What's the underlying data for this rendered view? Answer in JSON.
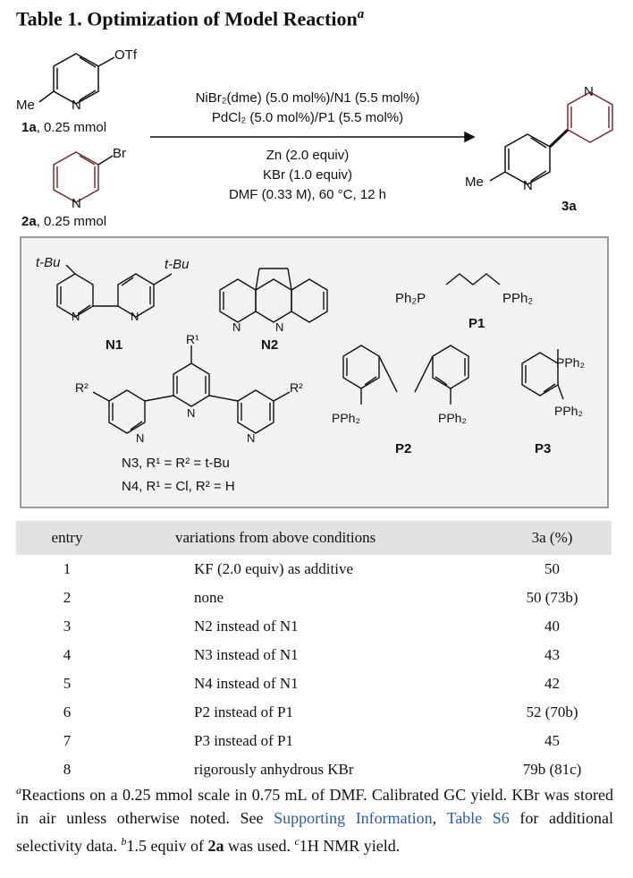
{
  "title": {
    "text": "Table 1. Optimization of Model Reaction",
    "marker": "a"
  },
  "scheme": {
    "sm1_group": "OTf",
    "sm1_me": "Me",
    "sm1_n": "N",
    "sm1_label": "1a",
    "sm1_amount": ", 0.25 mmol",
    "sm2_group": "Br",
    "sm2_n": "N",
    "sm2_label": "2a",
    "sm2_amount": ", 0.25 mmol",
    "cond1": "NiBr₂(dme) (5.0 mol%)/N1 (5.5 mol%)",
    "cond2": "PdCl₂ (5.0 mol%)/P1 (5.5 mol%)",
    "cond3": "Zn (2.0 equiv)",
    "cond4": "KBr (1.0 equiv)",
    "cond5": "DMF (0.33 M), 60 °C, 12 h",
    "prod_me": "Me",
    "prod_n1": "N",
    "prod_n2": "N",
    "prod_label": "3a"
  },
  "ligands": {
    "n1_tbu_a": "t-Bu",
    "n1_tbu_b": "t-Bu",
    "n1_label": "N1",
    "n2_label": "N2",
    "p1_left": "Ph₂P",
    "p1_right": "PPh₂",
    "p1_label": "P1",
    "p2_left": "PPh₂",
    "p2_right": "PPh₂",
    "p2_label": "P2",
    "p3_top": "PPh₂",
    "p3_bottom": "PPh₂",
    "p3_label": "P3",
    "terpy_r1": "R¹",
    "terpy_r2a": "R²",
    "terpy_r2b": "R²",
    "n3_caption": "N3, R¹ = R² = t-Bu",
    "n4_caption": "N4, R¹ = Cl, R² = H",
    "n_atom": "N"
  },
  "table": {
    "headers": [
      "entry",
      "variations from above conditions",
      "3a (%)"
    ],
    "rows": [
      [
        "1",
        "KF (2.0 equiv) as additive",
        "50"
      ],
      [
        "2",
        "none",
        "50 (73b)"
      ],
      [
        "3",
        "N2 instead of N1",
        "40"
      ],
      [
        "4",
        "N3 instead of N1",
        "43"
      ],
      [
        "5",
        "N4 instead of N1",
        "42"
      ],
      [
        "6",
        "P2 instead of P1",
        "52 (70b)"
      ],
      [
        "7",
        "P3 instead of P1",
        "45"
      ],
      [
        "8",
        "rigorously anhydrous KBr",
        "79b (81c)"
      ]
    ]
  },
  "footnotes": {
    "a_mark": "a",
    "a_text": "Reactions on a 0.25 mmol scale in 0.75 mL of DMF. Calibrated GC yield. KBr was stored in air unless otherwise noted. See ",
    "link1": "Supporting Information",
    "mid": ", ",
    "link2": "Table S6",
    "after": " for additional selectivity data. ",
    "b_mark": "b",
    "b_text": "1.5 equiv of ",
    "b_bold": "2a",
    "b_end": " was used. ",
    "c_mark": "c",
    "c_text": "1H NMR yield."
  }
}
